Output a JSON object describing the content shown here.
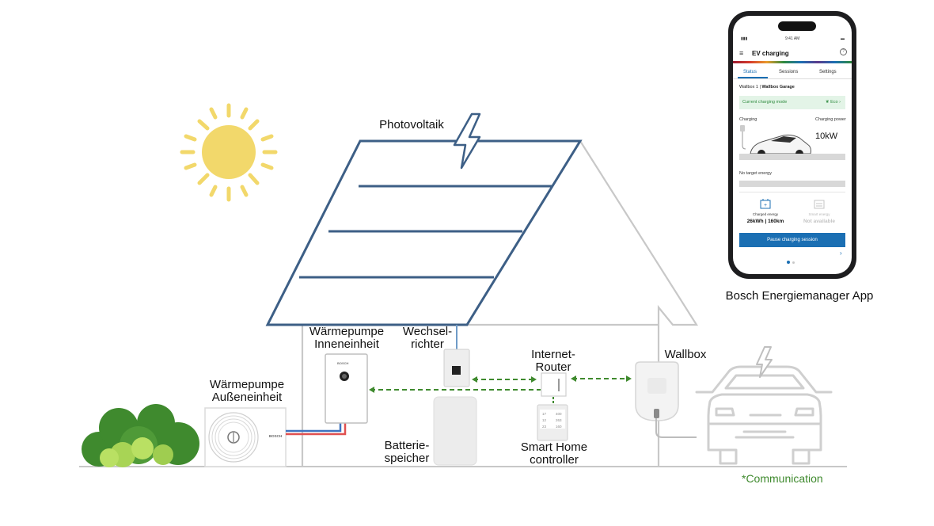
{
  "labels": {
    "photovoltaik": "Photovoltaik",
    "wp_innen": [
      "Wärmepumpe",
      "Inneneinheit"
    ],
    "wechselrichter": [
      "Wechsel-",
      "richter"
    ],
    "router": [
      "Internet-",
      "Router"
    ],
    "wallbox": "Wallbox",
    "wp_aussen": [
      "Wärmepumpe",
      "Außeneinheit"
    ],
    "batterie": [
      "Batterie-",
      "speicher"
    ],
    "controller": [
      "Smart Home",
      "controller"
    ],
    "app": "Bosch Energiemanager App",
    "communication": "*Communication"
  },
  "device_brand": "BOSCH",
  "controller_display": [
    "17",
    "400",
    "12",
    "263",
    "23",
    "160"
  ],
  "app": {
    "status_time": "9:41 AM",
    "title": "EV charging",
    "tabs": [
      "Status",
      "Sessions",
      "Settings"
    ],
    "active_tab": "Status",
    "wallbox_prefix": "Wallbox 1 | ",
    "wallbox_name": "Wallbox Garage",
    "mode_label": "Current charging mode",
    "mode_value": "Eco",
    "charging_label": "Charging",
    "power_label": "Charging power",
    "power_value": "10kW",
    "target_label": "No target energy",
    "charged_label": "Charged energy",
    "charged_value": "26kWh | 160km",
    "smart_label": "Smart energy",
    "smart_value": "Not available",
    "button_label": "Pause charging session"
  },
  "colors": {
    "panel": "#3d5f86",
    "inverter_line": "#6f9bc7",
    "comm": "#3f8a2e",
    "sun": "#f2d86b",
    "heat_red": "#e05050",
    "heat_blue": "#3e73c0",
    "accent": "#1b6fb3"
  }
}
